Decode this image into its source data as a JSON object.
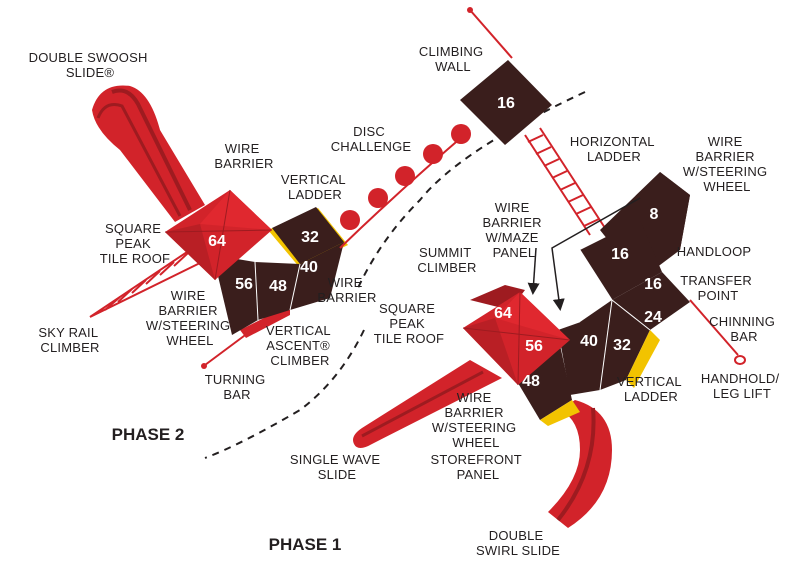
{
  "colors": {
    "brown": "#3a1e1c",
    "red": "#d2232a",
    "darkred": "#9e1b20",
    "yellow": "#f2c300",
    "text": "#231f20"
  },
  "phases": {
    "phase2": "PHASE 2",
    "phase1": "PHASE 1"
  },
  "decks": {
    "p2_64": "64",
    "p2_32": "32",
    "p2_40": "40",
    "p2_56": "56",
    "p2_48": "48",
    "cw_16": "16",
    "p1_8": "8",
    "p1_16a": "16",
    "p1_16b": "16",
    "p1_24": "24",
    "p1_32": "32",
    "p1_40": "40",
    "p1_64": "64",
    "p1_56": "56",
    "p1_48": "48"
  },
  "labels": {
    "double_swoosh": [
      "DOUBLE SWOOSH",
      "SLIDE®"
    ],
    "climbing_wall": [
      "CLIMBING",
      "WALL"
    ],
    "wire_barrier_top": [
      "WIRE",
      "BARRIER"
    ],
    "disc_challenge": [
      "DISC",
      "CHALLENGE"
    ],
    "horizontal_ladder": [
      "HORIZONTAL",
      "LADDER"
    ],
    "wire_barrier_steering_right": [
      "WIRE",
      "BARRIER",
      "W/STEERING",
      "WHEEL"
    ],
    "vertical_ladder_top": [
      "VERTICAL",
      "LADDER"
    ],
    "square_peak_left": [
      "SQUARE",
      "PEAK",
      "TILE ROOF"
    ],
    "wire_barrier_maze": [
      "WIRE",
      "BARRIER",
      "W/MAZE",
      "PANEL"
    ],
    "summit_climber": [
      "SUMMIT",
      "CLIMBER"
    ],
    "handloop": [
      "HANDLOOP"
    ],
    "transfer_point": [
      "TRANSFER",
      "POINT"
    ],
    "wire_barrier_steering_left": [
      "WIRE",
      "BARRIER",
      "W/STEERING",
      "WHEEL"
    ],
    "wire_barrier_mid": [
      "WIRE",
      "BARRIER"
    ],
    "square_peak_right": [
      "SQUARE",
      "PEAK",
      "TILE ROOF"
    ],
    "sky_rail": [
      "SKY RAIL",
      "CLIMBER"
    ],
    "vertical_ascent": [
      "VERTICAL",
      "ASCENT®",
      "CLIMBER"
    ],
    "chinning_bar": [
      "CHINNING",
      "BAR"
    ],
    "turning_bar": [
      "TURNING",
      "BAR"
    ],
    "vertical_ladder_bottom": [
      "VERTICAL",
      "LADDER"
    ],
    "handhold": [
      "HANDHOLD/",
      "LEG LIFT"
    ],
    "wire_barrier_steering_bottom": [
      "WIRE",
      "BARRIER",
      "W/STEERING",
      "WHEEL"
    ],
    "single_wave": [
      "SINGLE WAVE",
      "SLIDE"
    ],
    "storefront": [
      "STOREFRONT",
      "PANEL"
    ],
    "double_swirl": [
      "DOUBLE",
      "SWIRL SLIDE"
    ]
  }
}
